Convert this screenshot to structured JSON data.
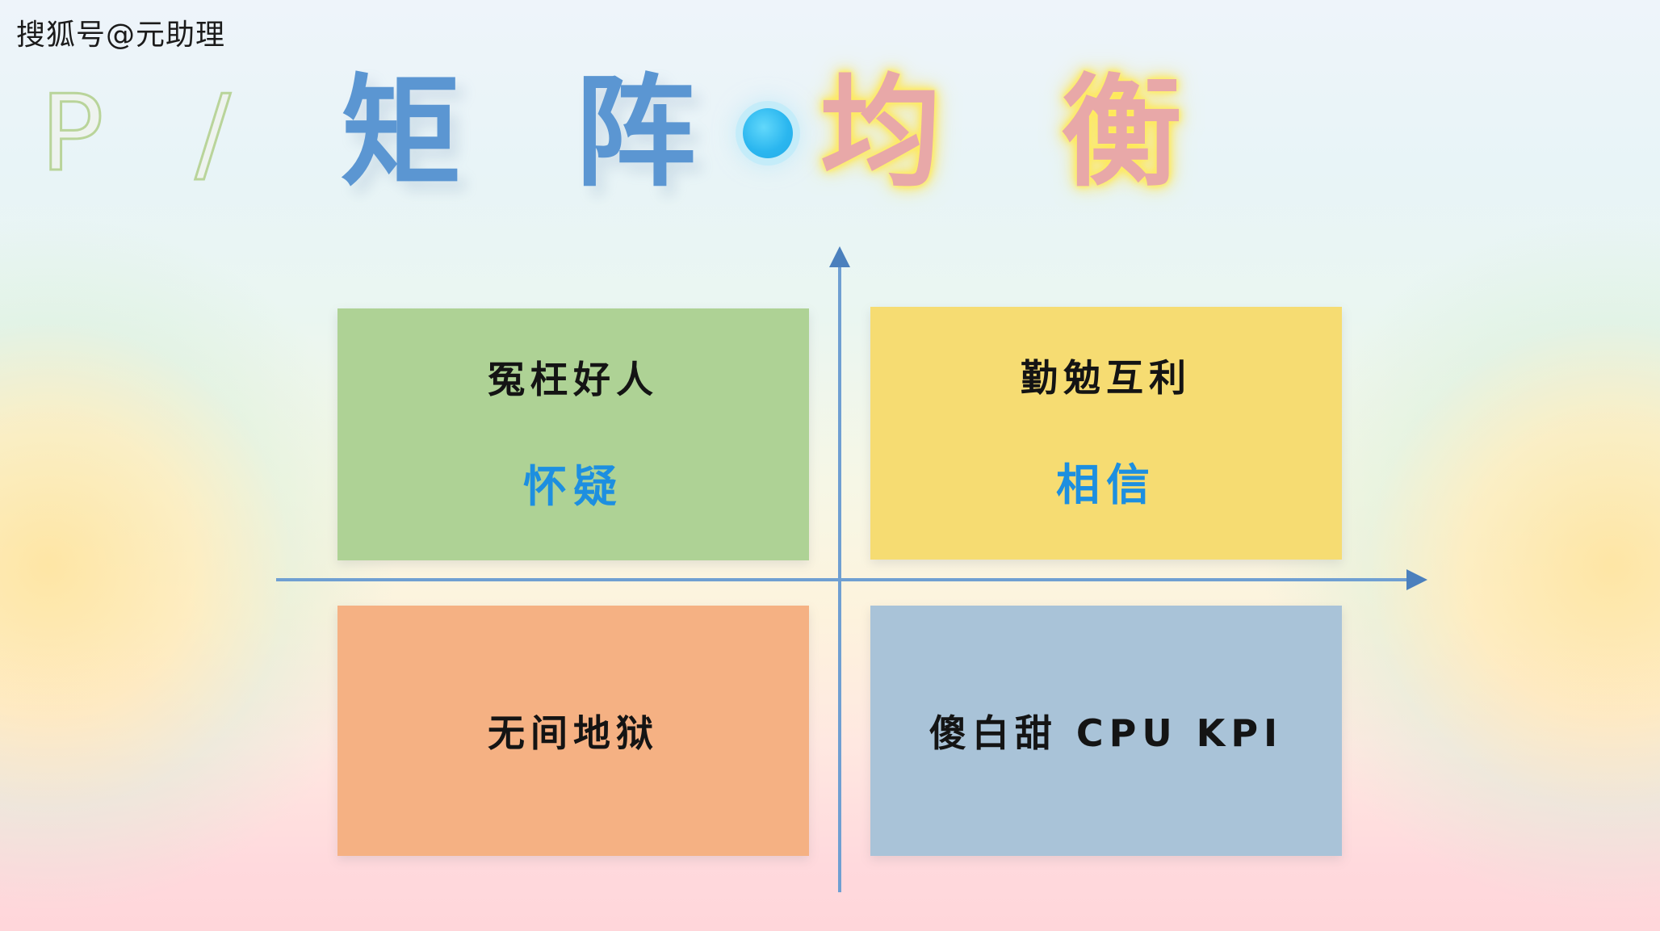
{
  "watermark": {
    "text": "搜狐号@元助理"
  },
  "title": {
    "ghost": "P /",
    "blue": "矩 阵",
    "dot_icon": "blue-dot-icon",
    "pink": "均 衡"
  },
  "axes": {
    "vertical_name": "vertical-axis",
    "horizontal_name": "horizontal-axis"
  },
  "colors": {
    "quadrant_green": "#aed295",
    "quadrant_yellow": "#f6dc72",
    "quadrant_orange": "#f5b183",
    "quadrant_blue": "#a9c3d8",
    "title_blue": "#5b96d2",
    "title_pink": "#e8a8a8",
    "title_ghost_stroke": "#b9d49a",
    "axis_blue": "#6f9fd2",
    "sub_label_blue": "#1d8fe0",
    "dot_cyan": "#2ab6ef"
  },
  "quadrants": [
    {
      "id": "q2",
      "position": "top-left",
      "label": "冤枉好人",
      "sub": "怀疑"
    },
    {
      "id": "q1",
      "position": "top-right",
      "label": "勤勉互利",
      "sub": "相信"
    },
    {
      "id": "q3",
      "position": "bottom-left",
      "label": "无间地狱",
      "sub": ""
    },
    {
      "id": "q4",
      "position": "bottom-right",
      "label": "傻白甜 CPU KPI",
      "sub": ""
    }
  ]
}
